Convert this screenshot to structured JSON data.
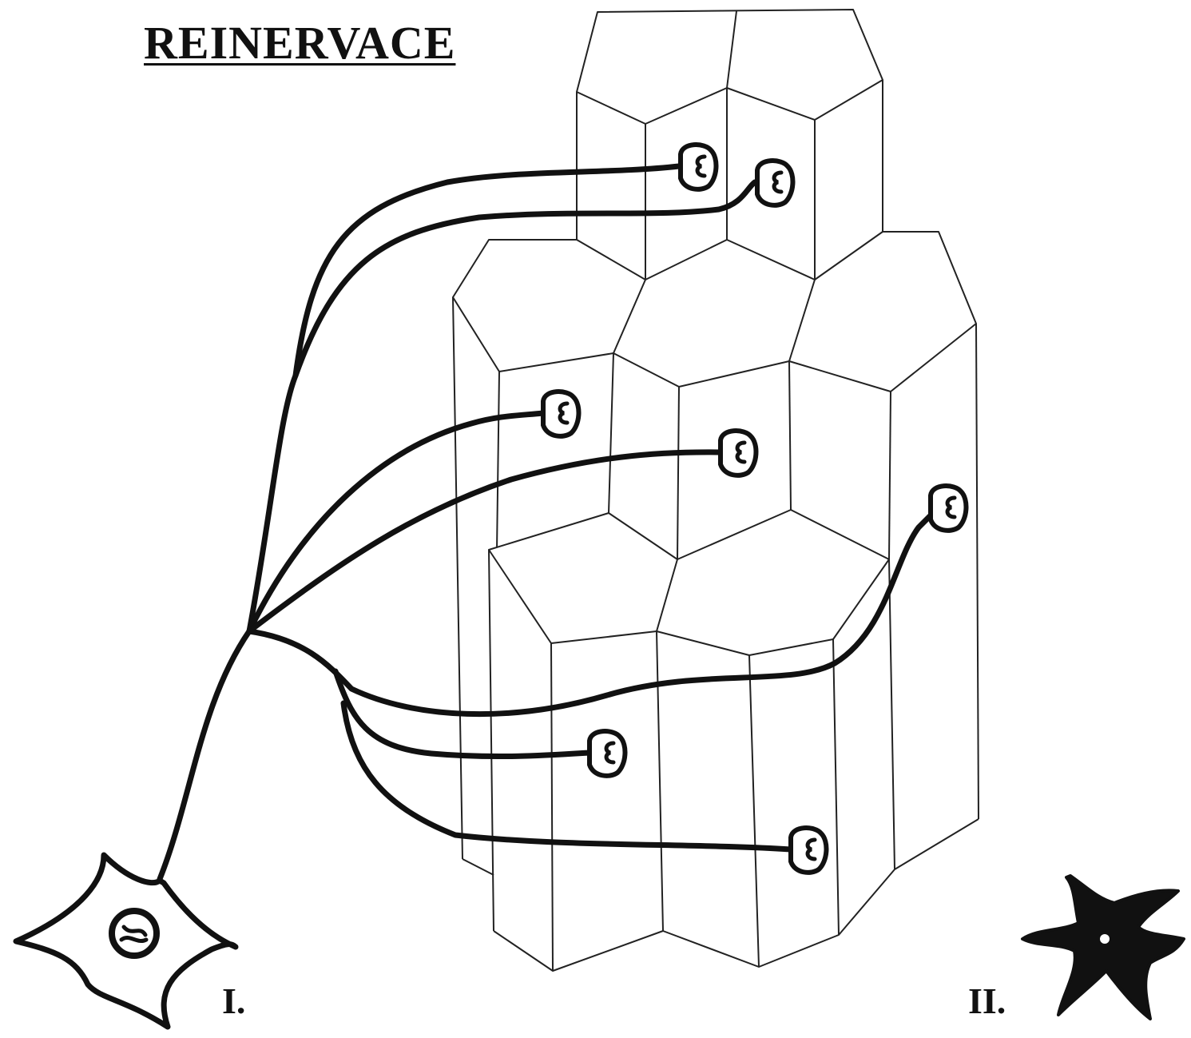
{
  "title": "REINERVACE",
  "labels": {
    "neuron_one": "I.",
    "neuron_two": "II."
  },
  "colors": {
    "ink": "#111111",
    "outline": "#222222",
    "background": "#ffffff"
  }
}
